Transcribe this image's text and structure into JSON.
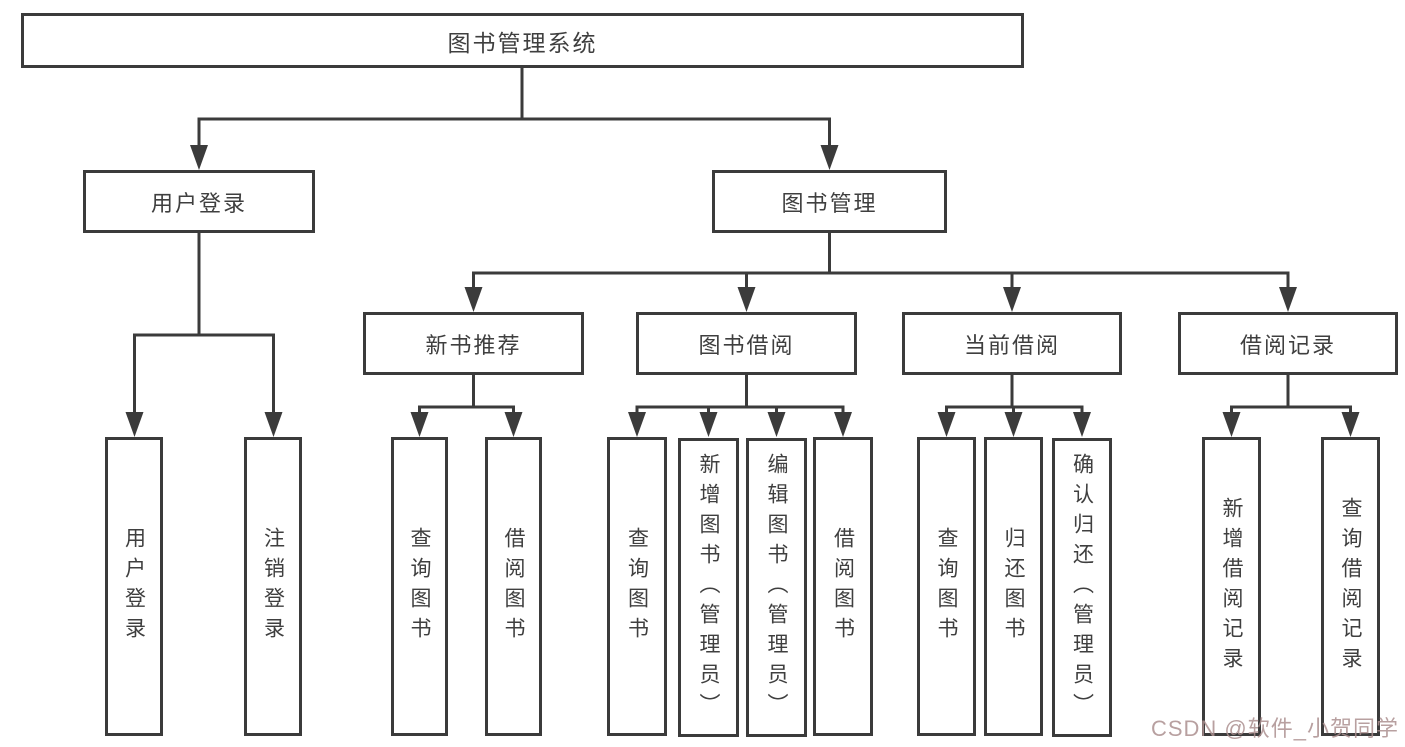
{
  "colors": {
    "line": "#3b3b3b",
    "text": "#3f3f3f",
    "background": "#ffffff",
    "watermark": "#ac8f8f"
  },
  "watermark": "CSDN @软件_小贺同学",
  "diagram": {
    "root": "图书管理系统",
    "user_login": {
      "label": "用户登录",
      "leaves": [
        "用户登录",
        "注销登录"
      ]
    },
    "book_mgmt": {
      "label": "图书管理",
      "sections": [
        {
          "label": "新书推荐",
          "leaves": [
            "查询图书",
            "借阅图书"
          ]
        },
        {
          "label": "图书借阅",
          "leaves": [
            "查询图书",
            "新增图书（管理员）",
            "编辑图书（管理员）",
            "借阅图书"
          ]
        },
        {
          "label": "当前借阅",
          "leaves": [
            "查询图书",
            "归还图书",
            "确认归还（管理员）"
          ]
        },
        {
          "label": "借阅记录",
          "leaves": [
            "新增借阅记录",
            "查询借阅记录"
          ]
        }
      ]
    }
  }
}
